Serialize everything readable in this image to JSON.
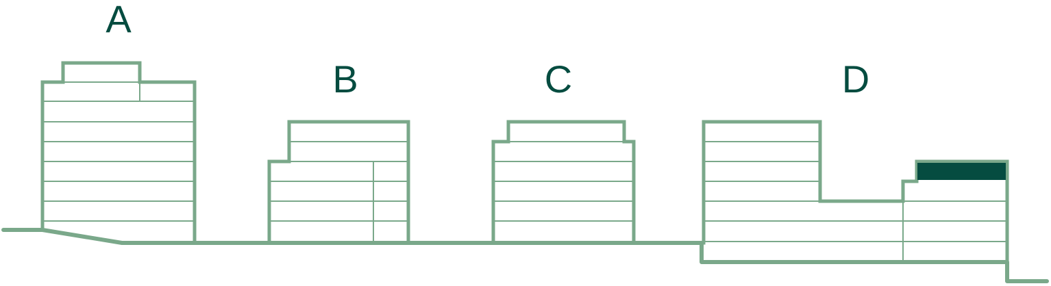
{
  "buildings": [
    {
      "id": "A",
      "label": "A"
    },
    {
      "id": "B",
      "label": "B"
    },
    {
      "id": "C",
      "label": "C"
    },
    {
      "id": "D",
      "label": "D"
    }
  ],
  "colors": {
    "outline": "#7aa88a",
    "label": "#054c40",
    "highlight": "#054c40",
    "background": "#ffffff"
  }
}
